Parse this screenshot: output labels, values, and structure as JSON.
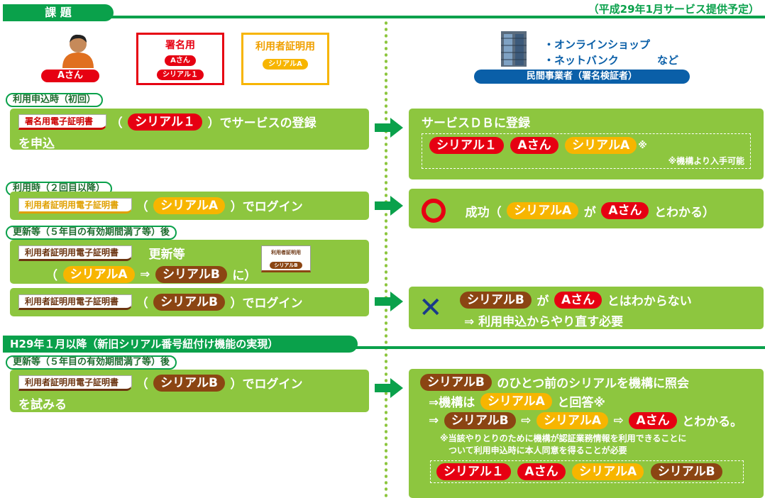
{
  "header": {
    "tab": "課 題",
    "plan": "（平成29年1月サービス提供予定）"
  },
  "top": {
    "user_label": "Aさん",
    "sign_card": {
      "title": "署名用",
      "line1": "Aさん",
      "line2": "シリアル１"
    },
    "user_card": {
      "title": "利用者証明用",
      "line1": "シリアルA"
    },
    "services": {
      "item1": "・オンラインショップ",
      "item2": "・ネットバンク",
      "etc": "など"
    },
    "verifier": "民間事業者（署名検証者）"
  },
  "tabs": {
    "first": "利用申込時（初回）",
    "second": "利用時（２回目以降）",
    "renew": "更新等（５年目の有効期間満了等）後",
    "h29": "H29年１月以降（新旧シリアル番号紐付け機能の実現）",
    "renew2": "更新等（５年目の有効期間満了等）後"
  },
  "certs": {
    "sign": "署名用電子証明書",
    "user": "利用者証明用電子証明書"
  },
  "serials": {
    "s1": "シリアル１",
    "sA": "シリアルA",
    "sB": "シリアルB",
    "userA": "Aさん"
  },
  "text": {
    "register_tail": "）でサービスの登録",
    "register_line2": "を申込",
    "db_title": "サービスＤＢに登録",
    "db_mark": "※",
    "db_note": "※機構より入手可能",
    "login_tail": "）でログイン",
    "success_pre": "成功（",
    "success_ga": "が",
    "success_tail": "とわかる）",
    "renew_mid": "更新等",
    "renew_line2_pre": "（",
    "renew_arrow": "⇒",
    "renew_line2_tail": "に）",
    "mini_card_title": "利用者証明用",
    "mini_card_serial": "シリアルB",
    "fail_ga": "が",
    "fail_tail": "とはわからない",
    "fail_line2": "⇒ 利用申込からやり直す必要",
    "try_login_tail": "）でログイン",
    "try_line2": "を試みる",
    "query_tail": "のひとつ前のシリアルを機構に照会",
    "answer_pre": "⇒機構は",
    "answer_tail": "と回答※",
    "chain_pre": "⇒",
    "chain_arrow": "⇨",
    "chain_tail": "とわかる。",
    "consent1": "※当該やりとりのために機構が認証業務情報を利用できることに",
    "consent2": "ついて利用申込時に本人同意を得ることが必要",
    "open_paren": "（"
  },
  "colors": {
    "green": "#8dc63f",
    "dark_green": "#0aa14b",
    "red": "#e60012",
    "yellow": "#f7b500",
    "brown": "#8b4513",
    "blue": "#0a5fa8"
  }
}
